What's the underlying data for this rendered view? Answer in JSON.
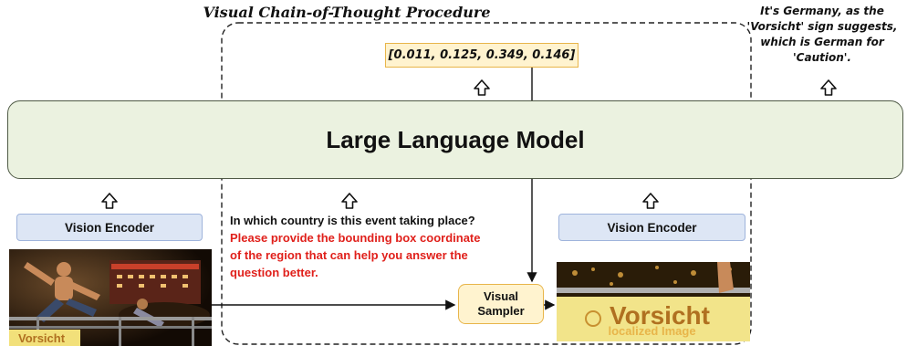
{
  "title": "Visual Chain-of-Thought Procedure",
  "answer": {
    "lines": [
      "It's Germany, as the",
      "'Vorsicht' sign suggests,",
      "which is German for",
      "'Caution'."
    ]
  },
  "bbox_output": "[0.011, 0.125, 0.349, 0.146]",
  "llm_label": "Large Language Model",
  "vision_encoder_left": "Vision Encoder",
  "vision_encoder_right": "Vision Encoder",
  "question": {
    "black": "In which country is this event taking place? ",
    "red": "Please provide the bounding box coordinate of the region that can help you answer the question better."
  },
  "visual_sampler": {
    "line1": "Visual",
    "line2": "Sampler"
  },
  "input_image": {
    "sign_text": "Vorsicht"
  },
  "localized_image": {
    "sign_text": "Vorsicht",
    "caption": "localized Image"
  },
  "colors": {
    "llm_fill": "#ebf2e0",
    "encoder_fill": "#dde6f5",
    "highlight_fill": "#fff3cf",
    "highlight_border": "#e8b54a",
    "question_red": "#e0201b"
  }
}
